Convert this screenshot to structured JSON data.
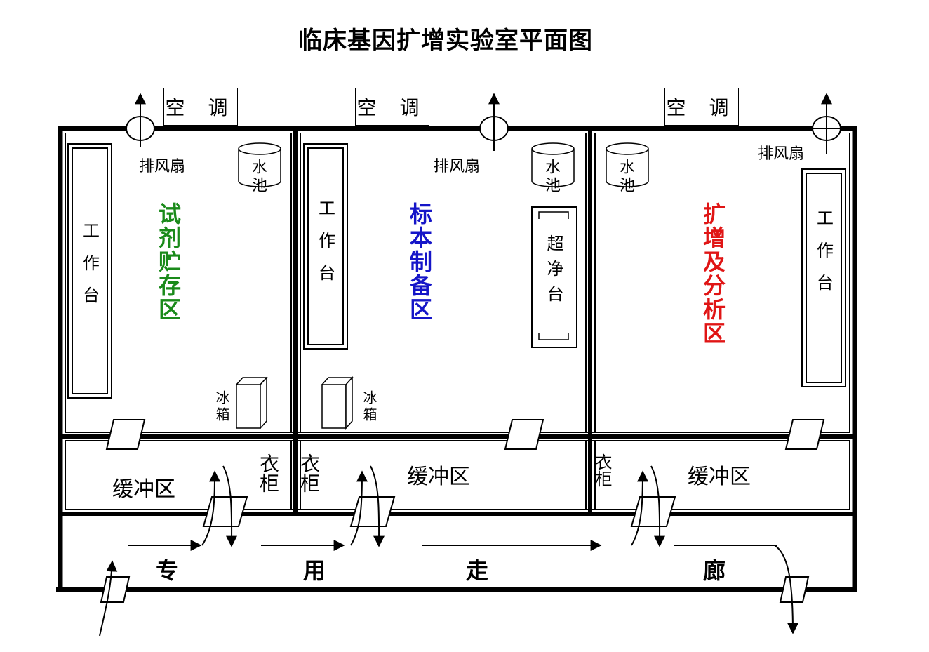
{
  "title": "临床基因扩增实验室平面图",
  "ac_label": "空 调",
  "exhaust_label": "排风扇",
  "sink_label": "水池",
  "fridge_label": "冰箱",
  "bench_label": "工作台",
  "clean_bench_label": "超净台",
  "wardrobe_label": "衣柜",
  "buffer_label": "缓冲区",
  "zones": {
    "reagent": {
      "label": "试剂贮存区",
      "color": "#1a8a1a"
    },
    "specimen": {
      "label": "标本制备区",
      "color": "#1515c8"
    },
    "amplify": {
      "label": "扩增及分析区",
      "color": "#e01515"
    }
  },
  "corridor": [
    "专",
    "用",
    "走",
    "廊"
  ]
}
